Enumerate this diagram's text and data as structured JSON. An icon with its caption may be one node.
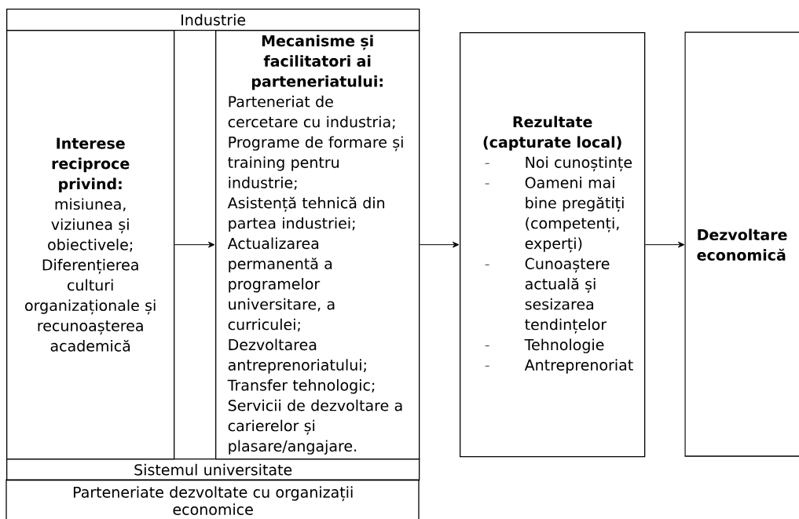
{
  "diagram": {
    "nodes": [
      {
        "text": [
          "Industrie"
        ]
      },
      {
        "text": [
          "Interese reciproce privind:",
          "misiunea, viziunea și obiectivele;",
          "Diferențierea culturi organizaționale și recunoașterea academică"
        ]
      },
      {
        "text": [
          "Mecanisme și facilitatori ai parteneriatului:",
          "Parteneriat de cercetare cu industria;",
          "Programe de formare și training pentru industrie;",
          "Asistență tehnică din partea industriei;",
          "Actualizarea permanentă a programelor universitare, a curriculei;",
          "Dezvoltarea antreprenoriatului;",
          "Transfer tehnologic;",
          "Servicii de dezvoltare a carierelor și plasare/angajare."
        ]
      },
      {
        "text": [
          "Sistemul universitate"
        ]
      },
      {
        "text": [
          "Parteneriate dezvoltate cu organizații economice"
        ]
      },
      {
        "text": [
          "Rezultate (capturate local)",
          "Noi cunoștințe",
          "Oameni mai bine pregătiți (competenți, experți)",
          "Cunoaștere actuală și sesizarea tendințelor",
          "Tehnologie",
          "Antreprenoriat"
        ]
      },
      {
        "text": [
          "Dezvoltare economică"
        ]
      }
    ],
    "edges": [
      {
        "from": 1,
        "to": 2,
        "arrow": "to"
      },
      {
        "from": 2,
        "to": 5,
        "arrow": "to"
      },
      {
        "from": 5,
        "to": 6,
        "arrow": "to"
      }
    ]
  }
}
